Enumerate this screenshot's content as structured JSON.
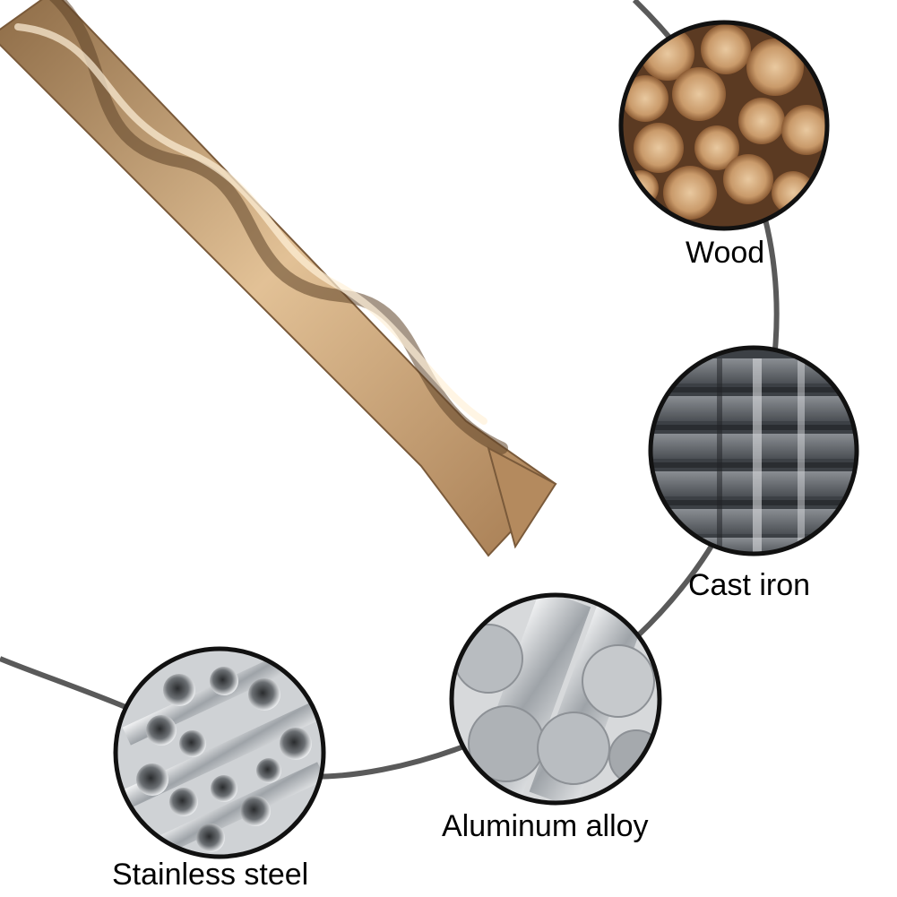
{
  "materials": [
    {
      "id": "wood",
      "label": "Wood"
    },
    {
      "id": "cast-iron",
      "label": "Cast iron"
    },
    {
      "id": "aluminum-alloy",
      "label": "Aluminum alloy"
    },
    {
      "id": "stainless-steel",
      "label": "Stainless steel"
    }
  ],
  "colors": {
    "connector_line": "#5a5a5a",
    "circle_border": "#111111",
    "drill_bit_gold": "#c9a27a",
    "wood": "#b9865a",
    "iron": "#6f7378",
    "aluminum": "#c9cbcd",
    "stainless": "#a9adb1"
  }
}
